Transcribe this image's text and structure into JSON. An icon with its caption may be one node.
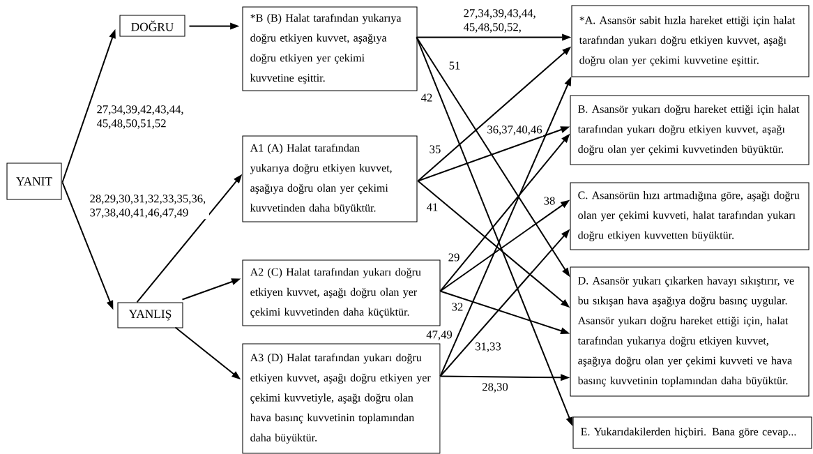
{
  "diagram": {
    "nodes": [
      {
        "text": [
          "YANIT"
        ]
      },
      {
        "text": [
          "DOĞRU"
        ]
      },
      {
        "text": [
          "YANLIŞ"
        ]
      },
      {
        "text": [
          "*B (B) Halat tarafından yukarıya doğru etkiyen kuvvet, aşağıya doğru etkiyen yer çekimi kuvvetine eşittir."
        ]
      },
      {
        "text": [
          "A1 (A) Halat tarafından yukarıya doğru etkiyen kuvvet, aşağıya doğru olan yer çekimi kuvvetinden daha büyüktür."
        ]
      },
      {
        "text": [
          "A2 (C) Halat tarafından yukarı doğru etkiyen kuvvet, aşağı doğru olan yer çekimi kuvvetinden daha küçüktür."
        ]
      },
      {
        "text": [
          "A3 (D) Halat tarafından yukarı doğru etkiyen kuvvet, aşağı doğru etkiyen yer çekimi kuvvetiyle, aşağı doğru olan hava basınç kuvvetinin toplamından daha büyüktür."
        ]
      },
      {
        "text": [
          "*A. Asansör sabit hızla hareket ettiği için halat tarafından yukarı doğru etkiyen kuvvet, aşağı doğru olan yer çekimi kuvvetine eşittir."
        ]
      },
      {
        "text": [
          "B. Asansör yukarı doğru hareket ettiği için halat tarafından yukarı doğru etkiyen kuvvet, aşağı doğru olan yer çekimi kuvvetinden büyüktür."
        ]
      },
      {
        "text": [
          "C. Asansörün hızı artmadığına göre, aşağı doğru olan yer çekimi kuvveti, halat tarafından yukarı doğru etkiyen kuvvetten büyüktür."
        ]
      },
      {
        "text": [
          "D. Asansör yukarı çıkarken havayı sıkıştırır, ve bu sıkışan hava aşağıya doğru basınç uygular. Asansör yukarı doğru hareket ettiği için, halat tarafından yukarıya doğru etkiyen kuvvet, aşağıya doğru olan yer çekimi kuvveti ve hava basınç kuvvetinin toplamından daha büyüktür."
        ]
      },
      {
        "text": [
          "E. Yukarıdakilerden hiçbiri. Bana göre cevap..."
        ]
      }
    ],
    "edges": [
      {
        "from": 0,
        "to": 1,
        "arrow": "to",
        "label": "27,34,39,42,43,44, 45,48,50,51,52"
      },
      {
        "from": 0,
        "to": 2,
        "arrow": "to",
        "label": "28,29,30,31,32,33,35,36, 37,38,40,41,46,47,49"
      },
      {
        "from": 1,
        "to": 3,
        "arrow": "to"
      },
      {
        "from": 2,
        "to": 4,
        "arrow": "to"
      },
      {
        "from": 2,
        "to": 5,
        "arrow": "to"
      },
      {
        "from": 2,
        "to": 6,
        "arrow": "to"
      },
      {
        "from": 3,
        "to": 7,
        "arrow": "to",
        "label": "27,34,39,43,44, 45,48,50,52,"
      },
      {
        "from": 3,
        "to": 10,
        "arrow": "to",
        "label": "51"
      },
      {
        "from": 3,
        "to": 11,
        "arrow": "to",
        "label": "42"
      },
      {
        "from": 4,
        "to": 7,
        "arrow": "to",
        "label": "35"
      },
      {
        "from": 4,
        "to": 8,
        "arrow": "to",
        "label": "36,37,40,46"
      },
      {
        "from": 4,
        "to": 10,
        "arrow": "to",
        "label": "41"
      },
      {
        "from": 5,
        "to": 8,
        "arrow": "to",
        "label": "29"
      },
      {
        "from": 5,
        "to": 9,
        "arrow": "to",
        "label": "38"
      },
      {
        "from": 5,
        "to": 10,
        "arrow": "to",
        "label": "32"
      },
      {
        "from": 6,
        "to": 7,
        "arrow": "to",
        "label": "47,49"
      },
      {
        "from": 6,
        "to": 9,
        "arrow": "to",
        "label": "31,33"
      },
      {
        "from": 6,
        "to": 10,
        "arrow": "to",
        "label": "28,30"
      }
    ]
  }
}
